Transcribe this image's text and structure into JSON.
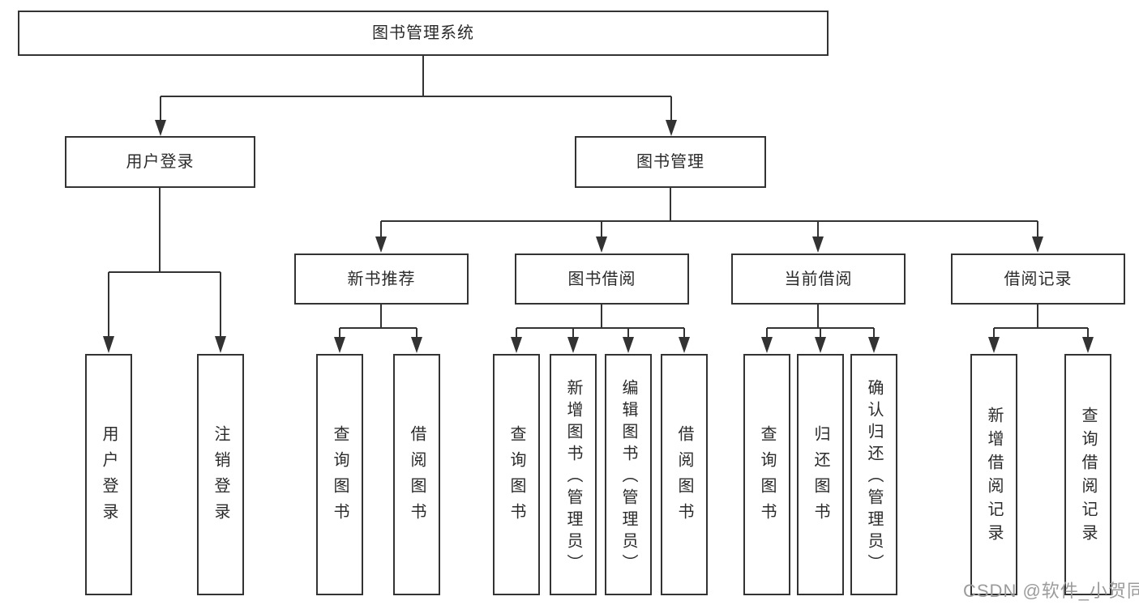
{
  "diagram": {
    "tree": {
      "label": "图书管理系统",
      "children": [
        {
          "label": "用户登录",
          "children": [
            {
              "label": "用户登录"
            },
            {
              "label": "注销登录"
            }
          ]
        },
        {
          "label": "图书管理",
          "children": [
            {
              "label": "新书推荐",
              "children": [
                {
                  "label": "查询图书"
                },
                {
                  "label": "借阅图书"
                }
              ]
            },
            {
              "label": "图书借阅",
              "children": [
                {
                  "label": "查询图书"
                },
                {
                  "label": "新增图书（管理员）"
                },
                {
                  "label": "编辑图书（管理员）"
                },
                {
                  "label": "借阅图书"
                }
              ]
            },
            {
              "label": "当前借阅",
              "children": [
                {
                  "label": "查询图书"
                },
                {
                  "label": "归还图书"
                },
                {
                  "label": "确认归还（管理员）"
                }
              ]
            },
            {
              "label": "借阅记录",
              "children": [
                {
                  "label": "新增借阅记录"
                },
                {
                  "label": "查询借阅记录"
                }
              ]
            }
          ]
        }
      ]
    }
  },
  "watermark": {
    "text": "CSDN @软件_小贺同学"
  },
  "colors": {
    "line": "#333333",
    "text": "#2b2b2b",
    "watermark": "#9b9b9b",
    "bg": "#ffffff"
  }
}
